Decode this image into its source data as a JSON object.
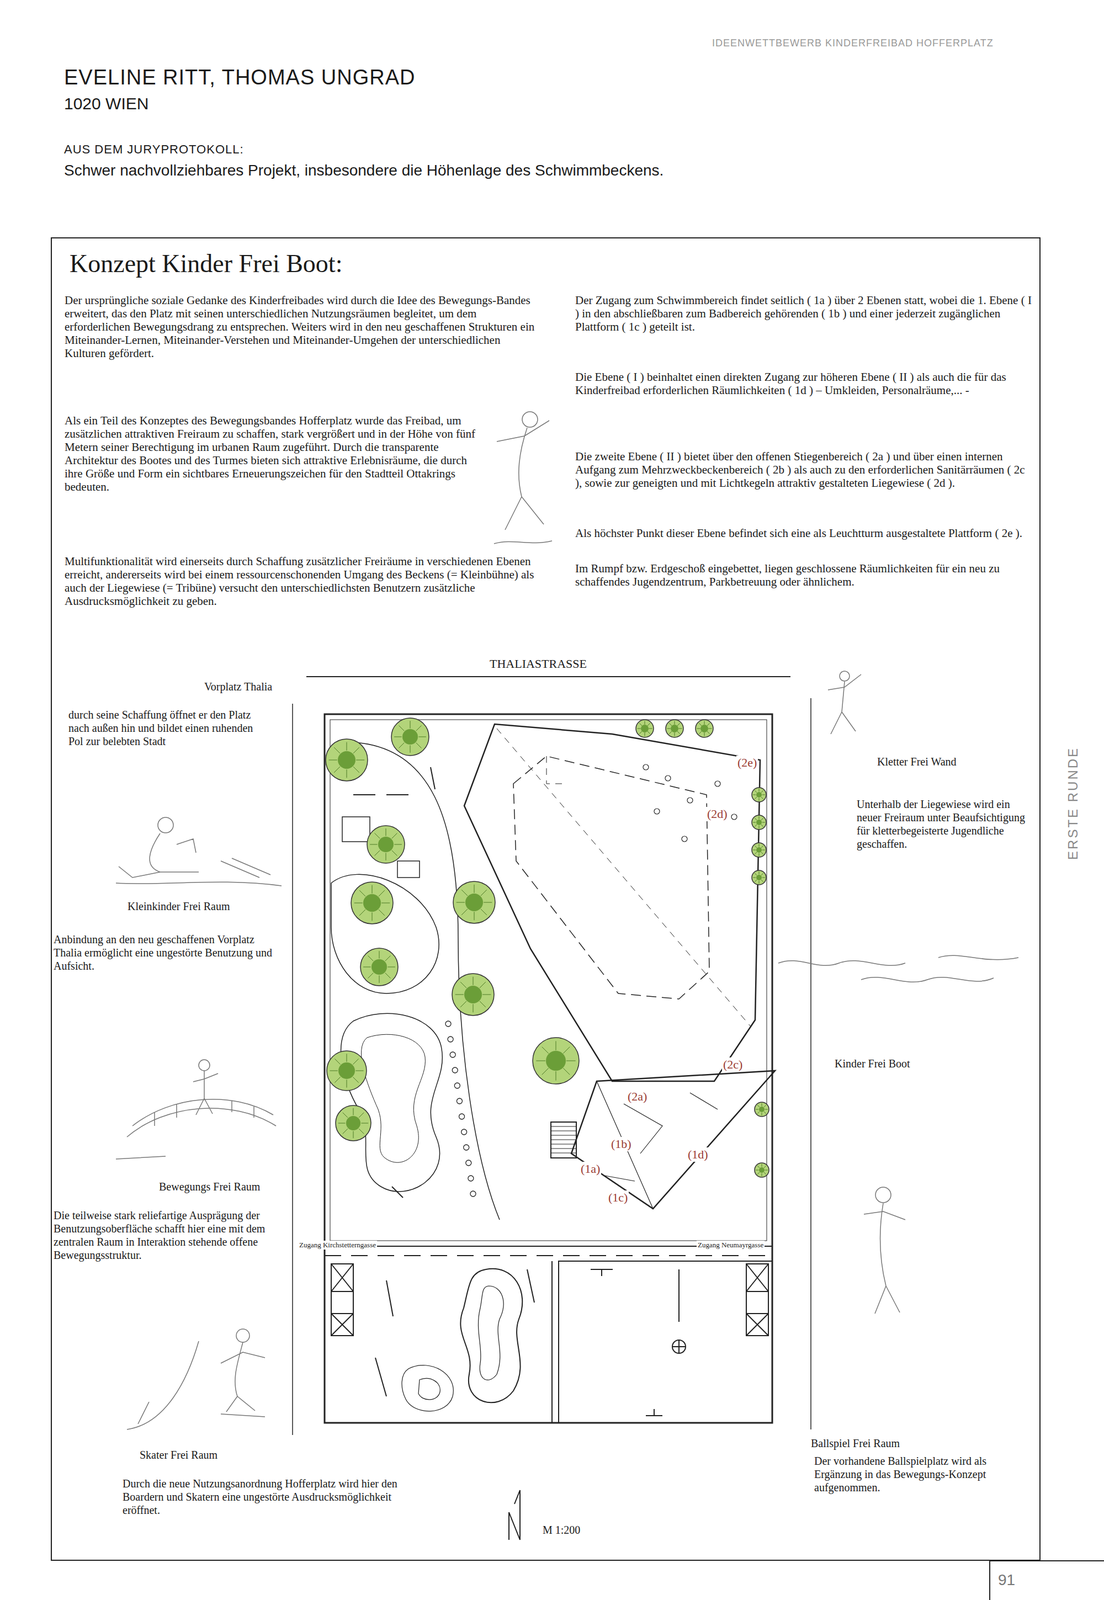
{
  "diagram": {
    "title": "EVELINE RITT, THOMAS UNGRAD",
    "nodes": [
      {
        "text": [
          "Konzept Kinder Frei Boot:",
          "Der ursprüngliche soziale Gedanke des Kinderfreibades wird durch die Idee des Bewegungs-Bandes erweitert, das den Platz mit seinen unterschiedlichen Nutzungsräumen begleitet, um dem erforderlichen Bewegungsdrang zu entsprechen. Weiters wird in den neu geschaffenen Strukturen ein Miteinander-Lernen, Miteinander-Verstehen und Miteinander-Umgehen der unterschiedlichen Kulturen gefördert.",
          "Als ein Teil des Konzeptes des Bewegungsbandes Hofferplatz wurde das Freibad, um zusätzlichen attraktiven Freiraum zu schaffen, stark vergrößert und in der Höhe von fünf Metern seiner Berechtigung im urbanen Raum zugeführt. Durch die transparente Architektur des Bootes und des Turmes bieten sich attraktive Erlebnisräume, die durch ihre Größe und Form ein sichtbares Erneuerungszeichen für den Stadtteil Ottakrings bedeuten.",
          "Multifunktionalität wird einerseits durch Schaffung zusätzlicher Freiräume in verschiedenen Ebenen erreicht, andererseits wird bei einem ressourcenschonenden Umgang des Beckens (= Kleinbühne) als auch der Liegewiese (= Tribüne) versucht den unterschiedlichsten Benutzern zusätzliche Ausdrucksmöglichkeit zu geben.",
          "Der Zugang zum Schwimmbereich findet seitlich ( 1a ) über 2 Ebenen statt, wobei die 1. Ebene ( I ) in den abschließbaren zum Badbereich gehörenden ( 1b ) und einer jederzeit zugänglichen Plattform ( 1c ) geteilt ist.",
          "Die Ebene ( I ) beinhaltet einen direkten Zugang zur höheren Ebene ( II ) als auch die für das Kinderfreibad erforderlichen Räumlichkeiten ( 1d ) – Umkleiden, Personalräume,... -",
          "Die zweite Ebene ( II ) bietet über den offenen Stiegenbereich ( 2a ) und über einen internen Aufgang zum Mehrzweckbeckenbereich ( 2b ) als auch zu den erforderlichen Sanitärräumen ( 2c ), sowie zur geneigten und mit Lichtkegeln attraktiv gestalteten Liegewiese ( 2d ).",
          "Als höchster Punkt dieser Ebene befindet sich eine als Leuchtturm ausgestaltete Plattform ( 2e ).",
          "Im Rumpf bzw. Erdgeschoß eingebettet, liegen geschlossene Räumlichkeiten für ein neu zu schaffendes Jugendzentrum, Parkbetreuung oder ähnlichem."
        ]
      }
    ],
    "labels": [
      "IDEENWETTBEWERB KINDERFREIBAD HOFFERPLATZ",
      "1020 WIEN",
      "AUS DEM JURYPROTOKOLL:",
      "Schwer nachvollziehbares Projekt, insbesondere die Höhenlage des Schwimmbeckens.",
      "THALIASTRASSE",
      "Vorplatz Thalia",
      "durch seine Schaffung öffnet er den Platz nach außen hin und bildet einen ruhenden Pol zur belebten Stadt",
      "Kleinkinder Frei Raum",
      "Anbindung an den neu geschaffenen Vorplatz Thalia ermöglicht eine ungestörte Benutzung und Aufsicht.",
      "Bewegungs Frei Raum",
      "Die teilweise stark reliefartige Ausprägung der Benutzungsoberfläche schafft hier eine mit dem zentralen Raum in Interaktion stehende offene Bewegungsstruktur.",
      "Skater Frei Raum",
      "Durch die neue Nutzungsanordnung Hofferplatz wird hier den Boardern und Skatern eine ungestörte Ausdrucksmöglichkeit eröffnet.",
      "Kletter Frei Wand",
      "Unterhalb der Liegewiese wird ein neuer Freiraum unter Beaufsichtigung für kletterbegeisterte Jugendliche geschaffen.",
      "Kinder Frei Boot",
      "Ballspiel Frei Raum",
      "Der vorhandene Ballspielplatz wird als Ergänzung in das Bewegungs-Konzept aufgenommen.",
      "Zugang Kirchstetterngasse",
      "Zugang Neumayrgasse",
      "(2e)",
      "(2d)",
      "(2c)",
      "(2a)",
      "(1a)",
      "(1b)",
      "(1d)",
      "(1c)",
      "M 1:200",
      "ERSTE RUNDE",
      "91"
    ]
  }
}
